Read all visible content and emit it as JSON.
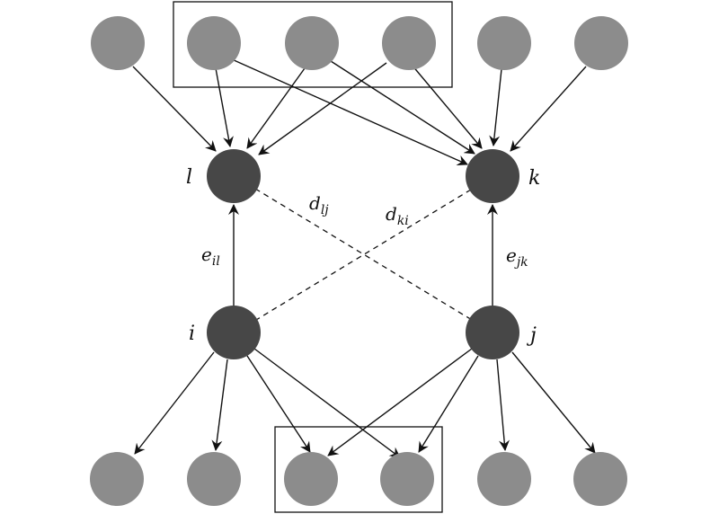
{
  "colors": {
    "gray_node": "#8c8c8c",
    "dark_node": "#474747",
    "edge": "#111111",
    "box": "#111111"
  },
  "nodes": {
    "l": {
      "label": "l"
    },
    "k": {
      "label": "k"
    },
    "i": {
      "label": "i"
    },
    "j": {
      "label": "j"
    }
  },
  "edges": {
    "e_il": {
      "main": "e",
      "sub": "il"
    },
    "e_jk": {
      "main": "e",
      "sub": "jk"
    },
    "d_lj": {
      "main": "d",
      "sub": "lj"
    },
    "d_ki": {
      "main": "d",
      "sub": "ki"
    }
  }
}
